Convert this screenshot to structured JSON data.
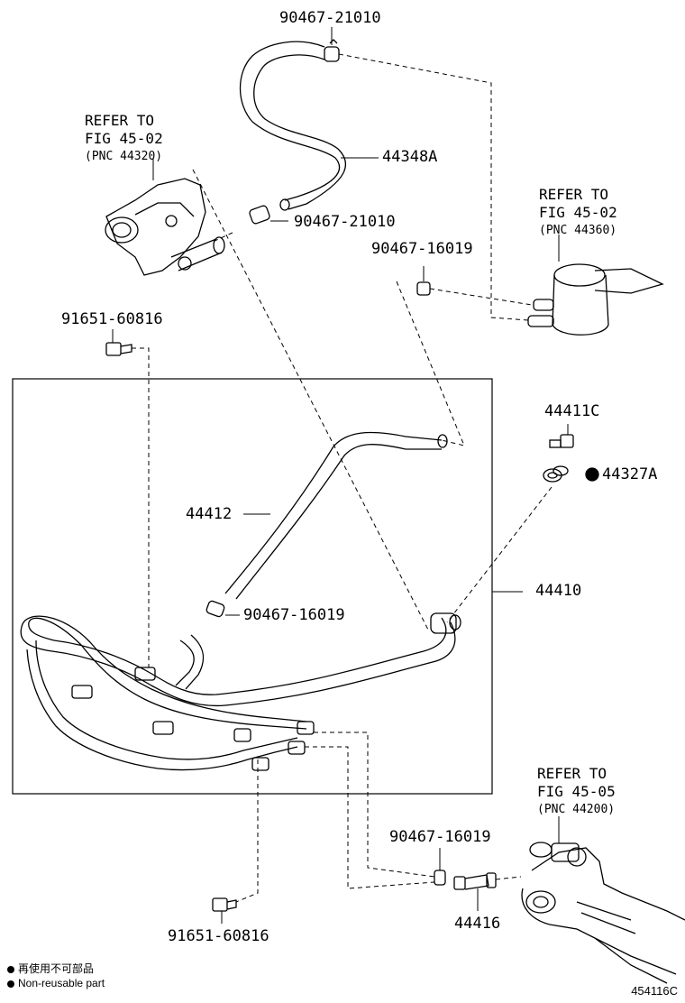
{
  "refs": [
    {
      "line1": "REFER TO",
      "line2": "FIG 45-02",
      "pnc": "(PNC 44320)"
    },
    {
      "line1": "REFER TO",
      "line2": "FIG 45-02",
      "pnc": "(PNC 44360)"
    },
    {
      "line1": "REFER TO",
      "line2": "FIG 45-05",
      "pnc": "(PNC 44200)"
    }
  ],
  "parts": {
    "clip_top": "90467-21010",
    "hose_44348a": "44348A",
    "clip_mid": "90467-21010",
    "clip_16019_a": "90467-16019",
    "bolt_a": "91651-60816",
    "union_44411c": "44411C",
    "gasket_44327a": "44327A",
    "hose_44412": "44412",
    "tube_assy_44410": "44410",
    "clip_16019_b": "90467-16019",
    "clip_16019_c": "90467-16019",
    "union_44416": "44416",
    "bolt_b": "91651-60816"
  },
  "legend": {
    "jp": "再使用不可部品",
    "en": "Non-reusable part"
  },
  "figure_id": "454116C"
}
